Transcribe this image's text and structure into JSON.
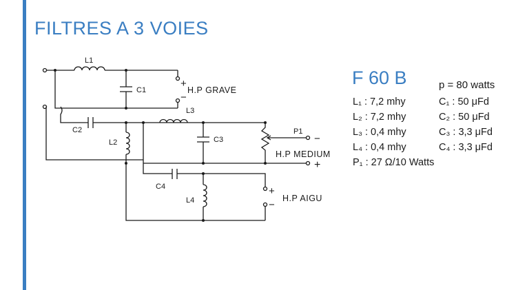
{
  "title": "FILTRES A 3 VOIES",
  "colors": {
    "accent": "#3a7ec2",
    "ink": "#1a1a1a"
  },
  "schematic": {
    "labels": {
      "L1": "L1",
      "C1": "C1",
      "C2": "C2",
      "L2": "L2",
      "L3": "L3",
      "C3": "C3",
      "C4": "C4",
      "L4": "L4",
      "P1": "P1"
    },
    "outputs": {
      "grave": "H.P GRAVE",
      "medium": "H.P MEDIUM",
      "aigu": "H.P AIGU",
      "plus": "+",
      "minus": "−"
    }
  },
  "specs": {
    "model": "F 60 B",
    "power": "p = 80 watts",
    "components_left": [
      "L₁ : 7,2 mhy",
      "L₂ : 7,2 mhy",
      "L₃ : 0,4 mhy",
      "L₄ : 0,4 mhy",
      "P₁ : 27 Ω/10 Watts"
    ],
    "components_right": [
      "C₁ : 50 μFd",
      "C₂ : 50 μFd",
      "C₃ : 3,3 μFd",
      "C₄ : 3,3 μFd"
    ]
  }
}
